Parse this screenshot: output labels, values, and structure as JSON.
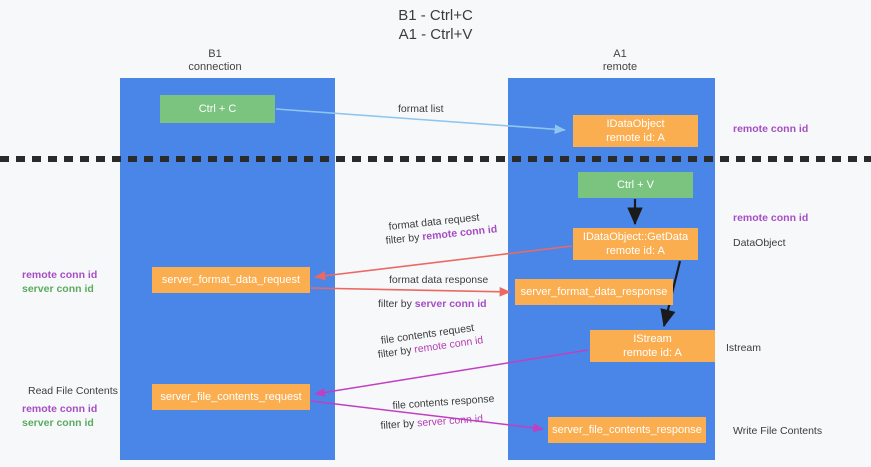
{
  "title": {
    "line1": "B1 - Ctrl+C",
    "line2": "A1 - Ctrl+V"
  },
  "columns": [
    {
      "name": "B1",
      "role": "connection"
    },
    {
      "name": "A1",
      "role": "remote"
    }
  ],
  "nodes": {
    "ctrl_c": {
      "label": "Ctrl + C",
      "color": "#7ac47f"
    },
    "idataobject": {
      "label": "IDataObject",
      "sub": "remote id: A",
      "color": "#fbae50"
    },
    "ctrl_v": {
      "label": "Ctrl + V",
      "color": "#7ac47f"
    },
    "getdata": {
      "label": "IDataObject::GetData",
      "sub": "remote id: A",
      "color": "#fbae50"
    },
    "server_format_data_request": {
      "label": "server_format_data_request",
      "color": "#fbae50"
    },
    "server_format_data_response": {
      "label": "server_format_data_response",
      "color": "#fbae50"
    },
    "istream": {
      "label": "IStream",
      "sub": "remote id: A",
      "color": "#fbae50"
    },
    "server_file_contents_request": {
      "label": "server_file_contents_request",
      "color": "#fbae50"
    },
    "server_file_contents_response": {
      "label": "server_file_contents_response",
      "color": "#fbae50"
    }
  },
  "edges": {
    "format_list": {
      "label": "format list"
    },
    "format_data_request": {
      "line1": "format data request",
      "filter_prefix": "filter by ",
      "filter_key": "remote conn id"
    },
    "format_data_response": {
      "line1": "format data response",
      "filter_prefix": "filter by ",
      "filter_key": "server conn id"
    },
    "file_contents_request": {
      "line1": "file contents request",
      "filter_prefix": "filter by ",
      "filter_key": "remote conn id"
    },
    "file_contents_response": {
      "line1": "file contents response",
      "filter_prefix": "filter by ",
      "filter_key": "server conn id"
    }
  },
  "annotations": {
    "right": {
      "remote_conn_id_top": "remote conn id",
      "remote_conn_id_mid": "remote conn id",
      "dataobject": "DataObject",
      "istream": "Istream",
      "write_file_contents": "Write File Contents"
    },
    "left": {
      "remote_conn_id_mid": "remote conn id",
      "server_conn_id_mid": "server conn id",
      "read_file_contents": "Read File Contents",
      "remote_conn_id_bottom": "remote conn id",
      "server_conn_id_bottom": "server conn id"
    }
  },
  "colors": {
    "lane": "#4a86e8",
    "green_node": "#7ac47f",
    "orange_node": "#fbae50",
    "purple_text": "#a64dc4",
    "green_text": "#5aab5f",
    "red_arrow": "#ea6a62",
    "magenta_arrow": "#c13fc1",
    "blue_arrow": "#8ec6ef",
    "black_arrow": "#1a1a1a",
    "dashed_line": "#2b2b2b",
    "background": "#f7f8fa"
  }
}
